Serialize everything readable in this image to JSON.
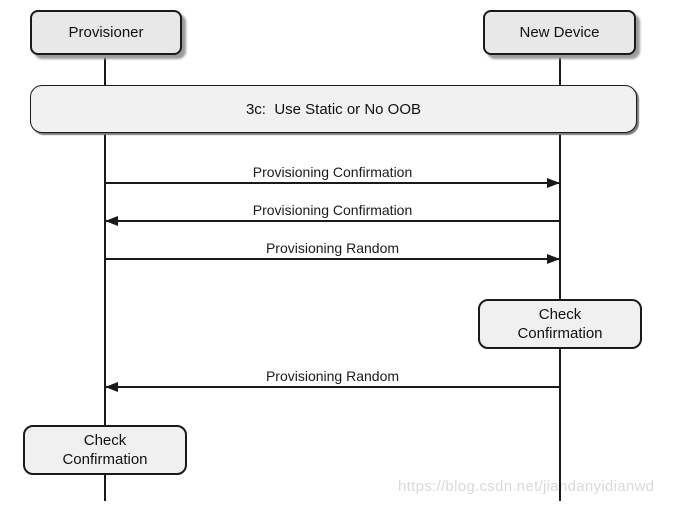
{
  "diagram": {
    "actors": [
      {
        "label": "Provisioner"
      },
      {
        "label": "New Device"
      }
    ],
    "banner": {
      "label": "3c:  Use Static or No OOB"
    },
    "messages": [
      {
        "label": "Provisioning Confirmation",
        "direction": "right",
        "from": "Provisioner",
        "to": "New Device"
      },
      {
        "label": "Provisioning Confirmation",
        "direction": "left",
        "from": "New Device",
        "to": "Provisioner"
      },
      {
        "label": "Provisioning Random",
        "direction": "right",
        "from": "Provisioner",
        "to": "New Device"
      },
      {
        "label": "Provisioning Random",
        "direction": "left",
        "from": "New Device",
        "to": "Provisioner"
      }
    ],
    "actions": [
      {
        "line1": "Check",
        "line2": "Confirmation",
        "lifeline": "New Device"
      },
      {
        "line1": "Check",
        "line2": "Confirmation",
        "lifeline": "Provisioner"
      }
    ],
    "watermark": "https://blog.csdn.net/jiandanyidianwd",
    "colors": {
      "background": "#ffffff",
      "box_fill": "#e8e8e8",
      "banner_fill": "#f1f1f1",
      "action_fill": "#f0f0f0",
      "line": "#1a1a1a",
      "shadow": "#9c9c9c",
      "watermark": "#d9d9d9"
    }
  }
}
